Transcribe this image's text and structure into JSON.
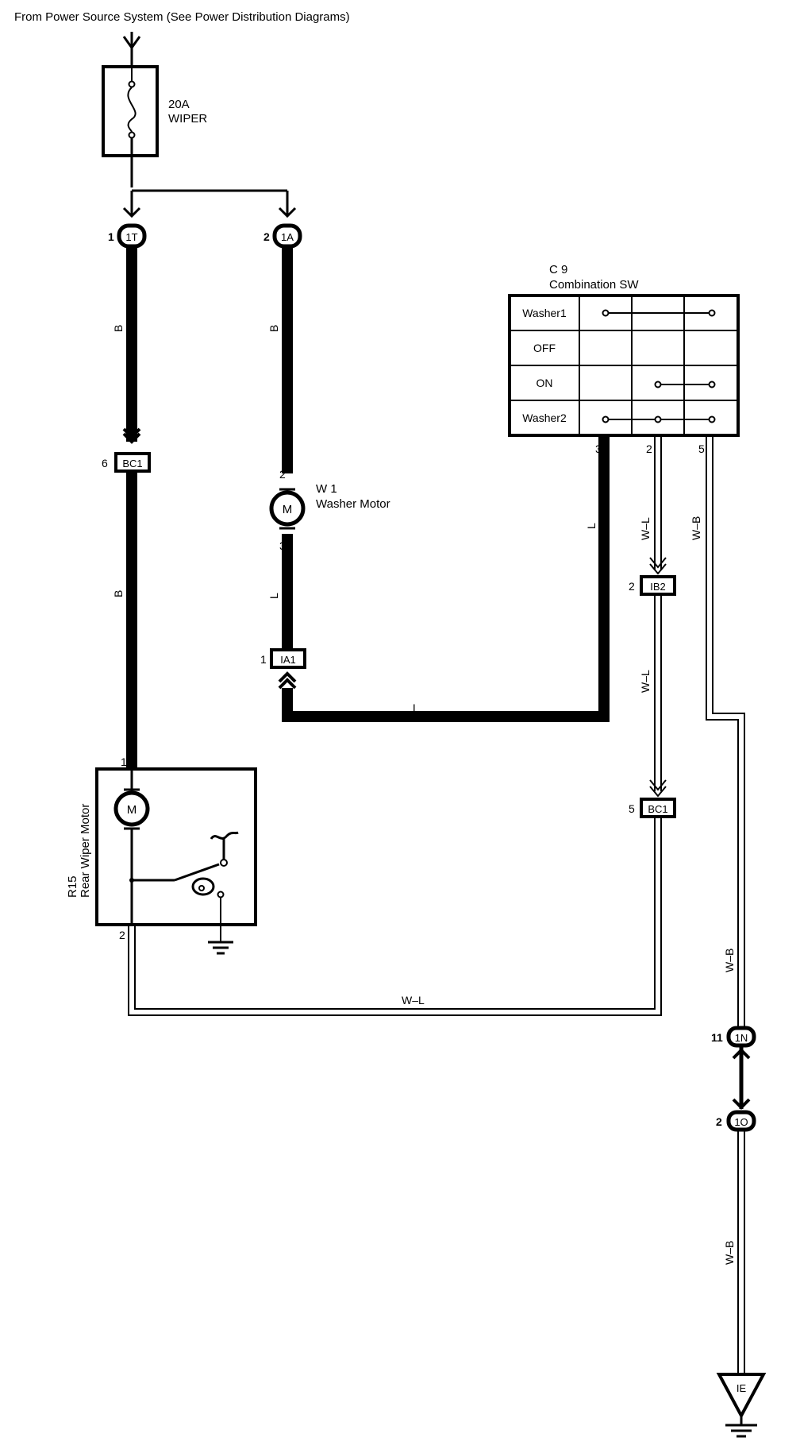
{
  "header": {
    "source_note": "From Power Source System (See Power Distribution Diagrams)"
  },
  "fuse": {
    "rating": "20A",
    "name": "WIPER"
  },
  "connectors": {
    "c1T": {
      "pin": "1",
      "id": "1T"
    },
    "c1A": {
      "pin": "2",
      "id": "1A"
    },
    "bc1_top": {
      "pin": "6",
      "id": "BC1"
    },
    "ia1": {
      "pin": "1",
      "id": "IA1"
    },
    "ib2": {
      "pin": "2",
      "id": "IB2"
    },
    "bc1_right": {
      "pin": "5",
      "id": "BC1"
    },
    "c1N": {
      "pin": "11",
      "id": "1N"
    },
    "c1O": {
      "pin": "2",
      "id": "1O"
    },
    "ground": {
      "id": "IE"
    }
  },
  "washer_motor": {
    "code": "W 1",
    "name": "Washer Motor",
    "pin_top": "2",
    "pin_bottom": "3",
    "symbol": "M"
  },
  "rear_wiper_motor": {
    "code": "R15",
    "name": "Rear Wiper Motor",
    "pin_top": "1",
    "pin_bottom": "2",
    "symbol": "M"
  },
  "combination_switch": {
    "code": "C 9",
    "name": "Combination SW",
    "rows": [
      "Washer1",
      "OFF",
      "ON",
      "Washer2"
    ],
    "pins": [
      "3",
      "2",
      "5"
    ]
  },
  "wires": {
    "b1": "B",
    "b2": "B",
    "b3": "B",
    "l1": "L",
    "l2": "L",
    "l3": "L",
    "wl1": "W–L",
    "wl2": "W–L",
    "wl3": "W–L",
    "wb1": "W–B",
    "wb2": "W–B",
    "wb3": "W–B"
  }
}
